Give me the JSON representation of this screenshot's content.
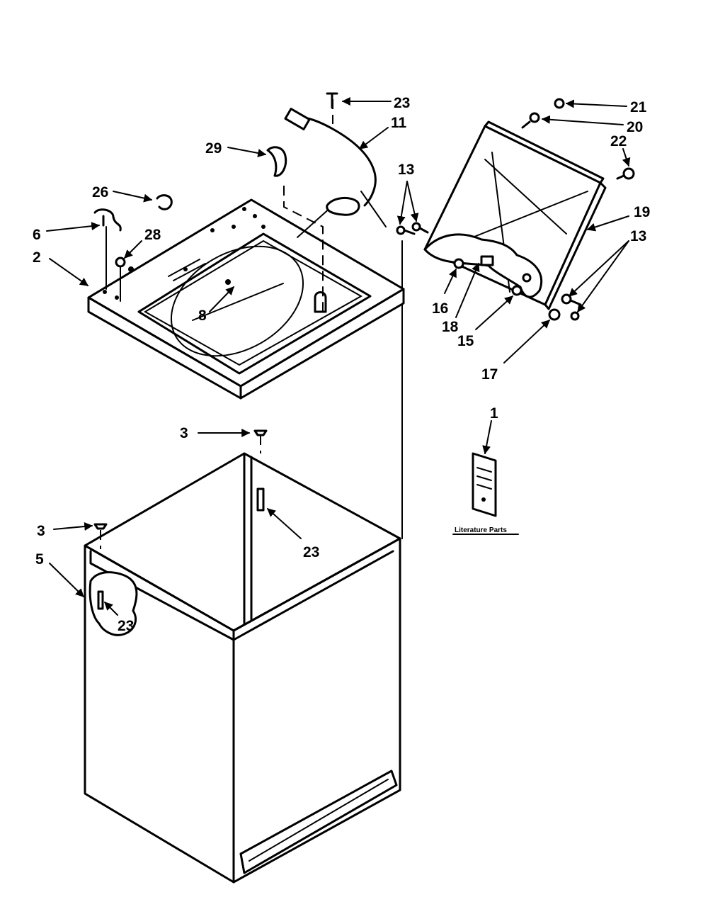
{
  "callouts": {
    "c1": "1",
    "c2": "2",
    "c3a": "3",
    "c3b": "3",
    "c5": "5",
    "c6": "6",
    "c8": "8",
    "c11": "11",
    "c13a": "13",
    "c13b": "13",
    "c15": "15",
    "c16": "16",
    "c17": "17",
    "c18": "18",
    "c19": "19",
    "c20": "20",
    "c21": "21",
    "c22": "22",
    "c23a": "23",
    "c23b": "23",
    "c23c": "23",
    "c26": "26",
    "c28": "28",
    "c29": "29"
  },
  "literature": {
    "caption": "Literature Parts"
  }
}
